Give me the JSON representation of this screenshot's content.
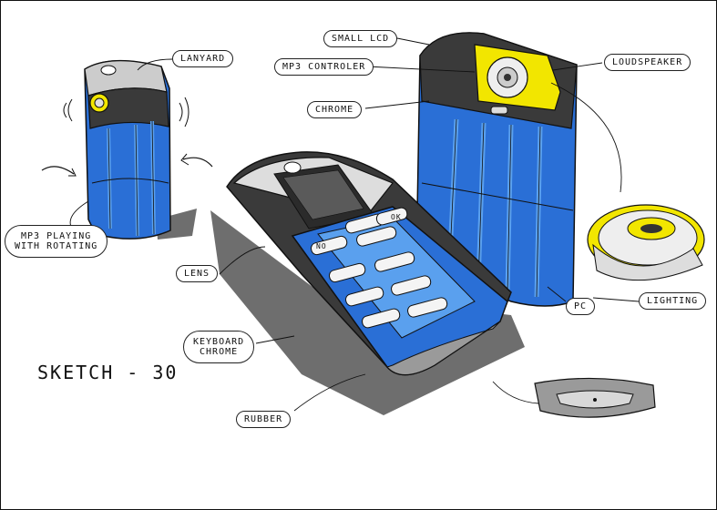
{
  "title": "SKETCH - 30",
  "labels": {
    "lanyard": "LANYARD",
    "small_lcd": "SMALL LCD",
    "mp3_controller": "MP3 CONTROLER",
    "chrome": "CHROME",
    "loudspeaker": "LOUDSPEAKER",
    "mp3_playing_line1": "MP3 PLAYING",
    "mp3_playing_line2": "WITH ROTATING",
    "lens": "LENS",
    "pc": "PC",
    "lighting": "LIGHTING",
    "keyboard_line1": "KEYBOARD",
    "keyboard_line2": "CHROME",
    "rubber": "RUBBER"
  },
  "keypad": {
    "ok_key": "OK",
    "no_key": "NO"
  },
  "colors": {
    "body_blue": "#2a6fd6",
    "body_blue_light": "#5aa0ee",
    "dark_grey": "#3a3a3a",
    "lighting_yellow": "#f2e600",
    "rubber_grey": "#9a9a9a",
    "shadow_grey": "#555555"
  }
}
